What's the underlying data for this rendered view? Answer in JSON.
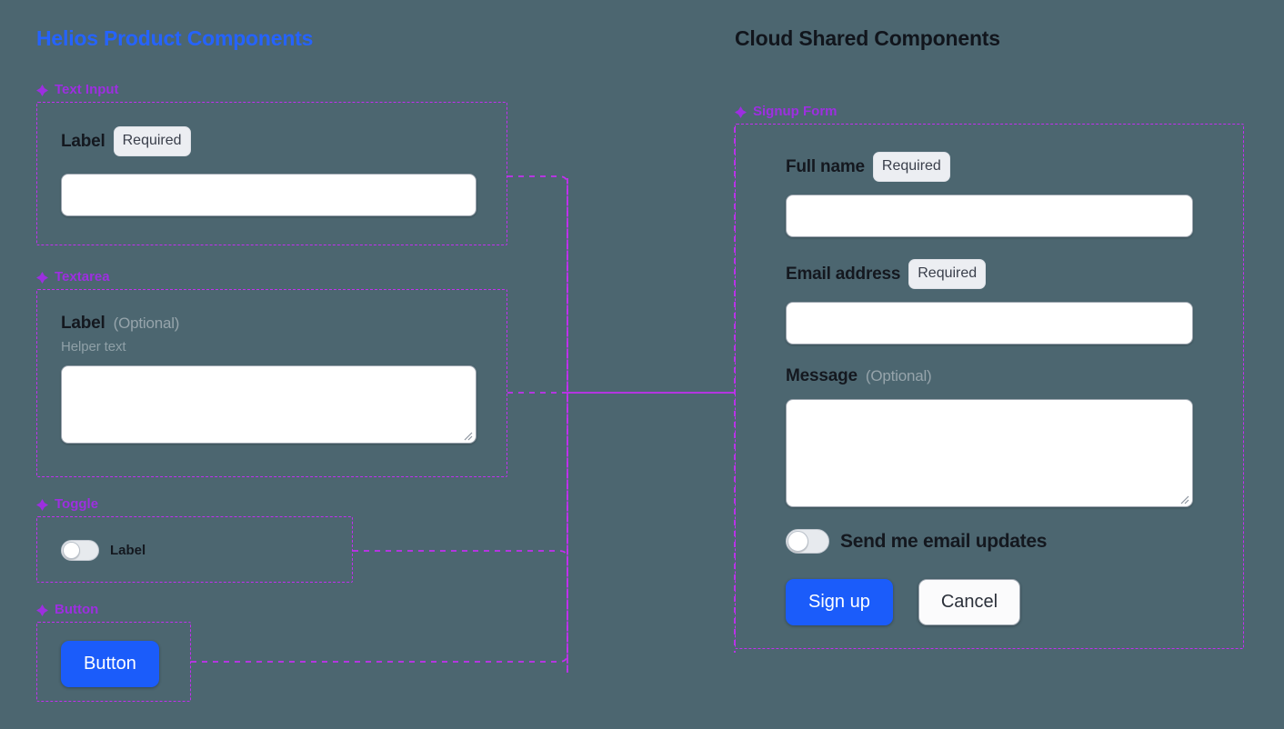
{
  "canvas": {
    "background": "#4c6670",
    "accent_blue": "#2563ff",
    "accent_purple": "#c22ff0",
    "label_purple": "#9d2fe0",
    "primary_button": "#1b5cfa"
  },
  "left_panel": {
    "title": "Helios Product Components",
    "sections": [
      {
        "icon": "diamond-icon",
        "label": "Text Input",
        "field_label": "Label",
        "badge": "Required"
      },
      {
        "icon": "diamond-icon",
        "label": "Textarea",
        "field_label": "Label",
        "optional": "(Optional)",
        "helper": "Helper text"
      },
      {
        "icon": "diamond-icon",
        "label": "Toggle",
        "toggle_label": "Label",
        "toggle_state": "off"
      },
      {
        "icon": "diamond-icon",
        "label": "Button",
        "button_label": "Button"
      }
    ]
  },
  "right_panel": {
    "title": "Cloud Shared Components",
    "section": {
      "icon": "diamond-icon",
      "label": "Signup Form"
    },
    "fields": [
      {
        "label": "Full name",
        "badge": "Required",
        "type": "input"
      },
      {
        "label": "Email address",
        "badge": "Required",
        "type": "input"
      },
      {
        "label": "Message",
        "optional": "(Optional)",
        "type": "textarea"
      }
    ],
    "toggle": {
      "label": "Send me email updates",
      "state": "off"
    },
    "actions": {
      "primary": "Sign up",
      "secondary": "Cancel"
    }
  }
}
